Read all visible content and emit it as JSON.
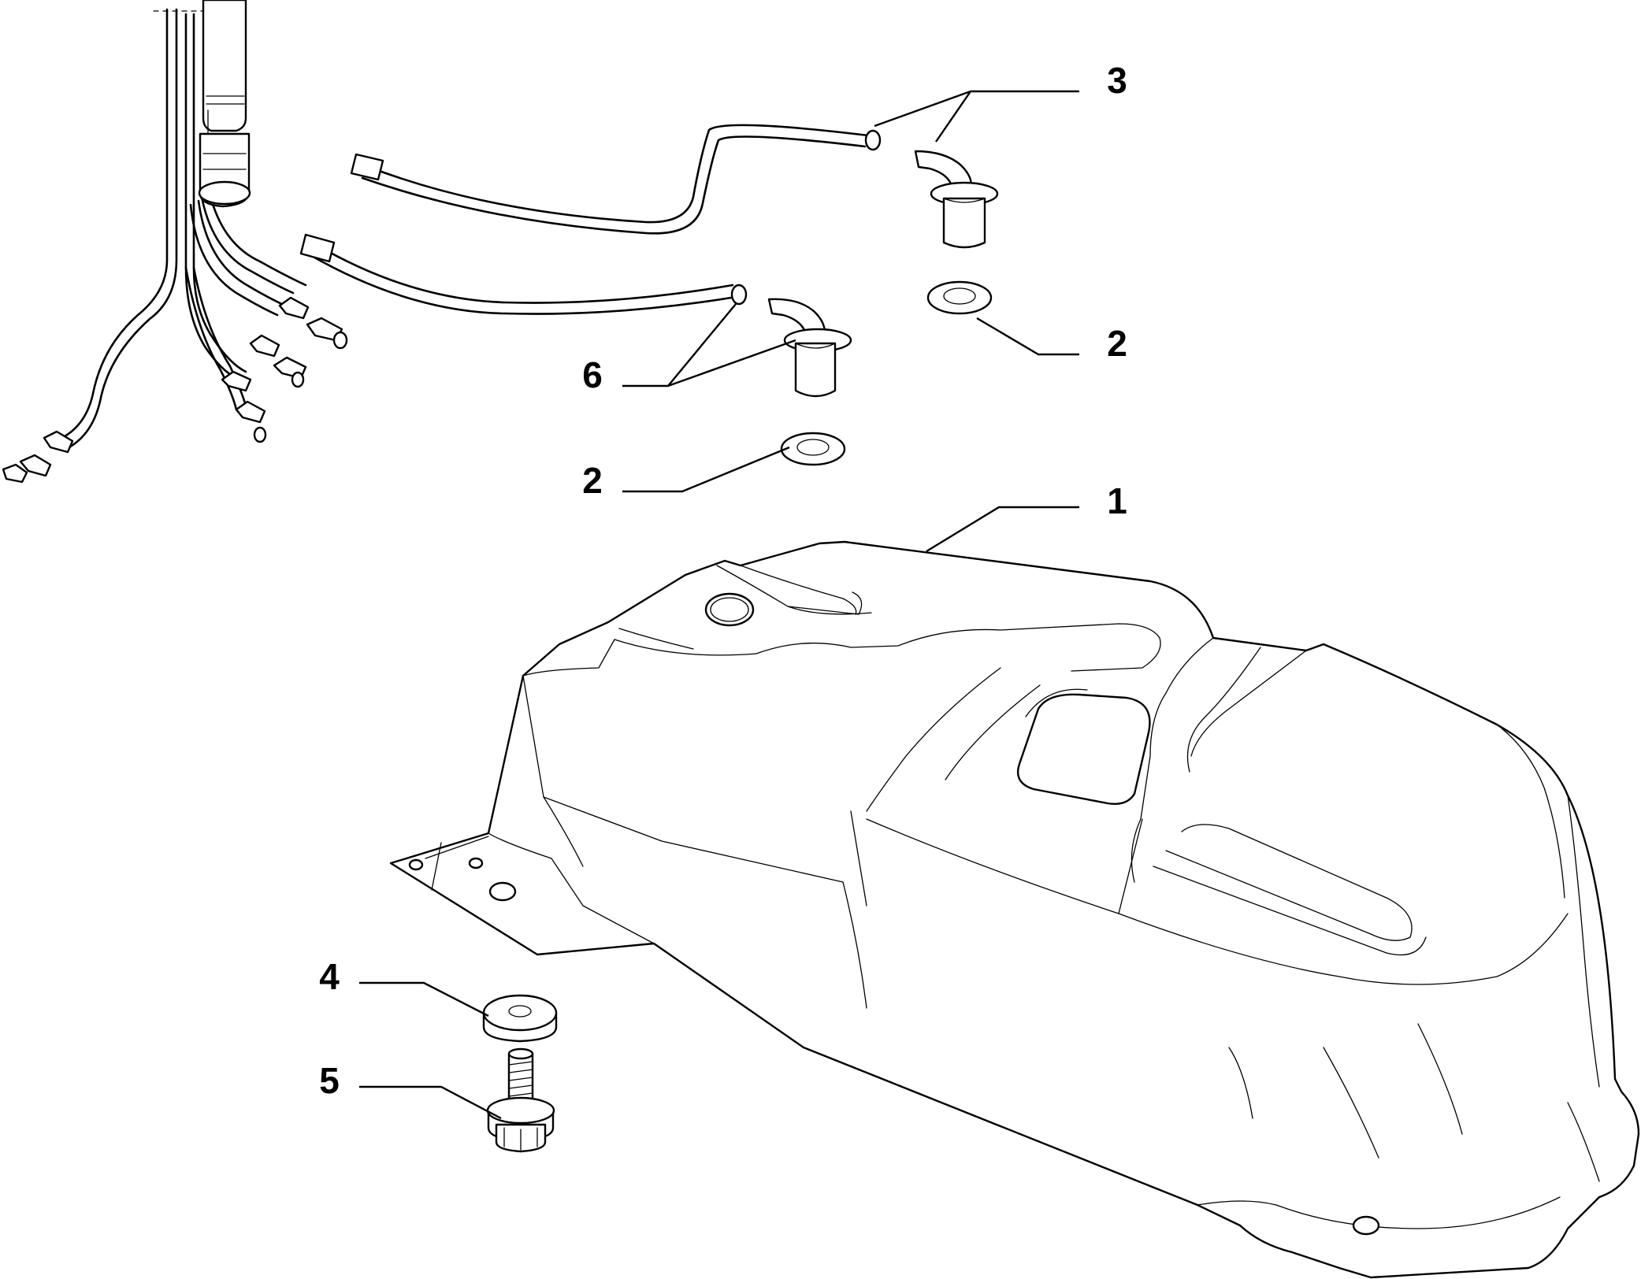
{
  "diagram": {
    "callouts": [
      {
        "id": "c1",
        "label": "1",
        "part": "fuel-tank"
      },
      {
        "id": "c2a",
        "label": "2",
        "part": "seal-ring-right"
      },
      {
        "id": "c2b",
        "label": "2",
        "part": "seal-ring-left"
      },
      {
        "id": "c3",
        "label": "3",
        "part": "fuel-pipe-with-fitting-right"
      },
      {
        "id": "c4",
        "label": "4",
        "part": "washer"
      },
      {
        "id": "c5",
        "label": "5",
        "part": "bolt"
      },
      {
        "id": "c6",
        "label": "6",
        "part": "fuel-pipe-with-fitting-left"
      }
    ]
  }
}
